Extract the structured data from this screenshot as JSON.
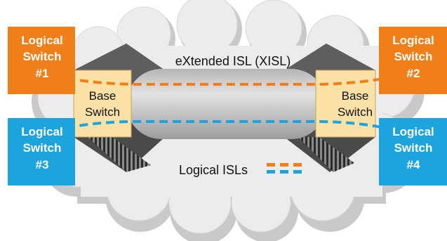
{
  "diagram": {
    "xisl_label": "eXtended ISL (XISL)",
    "logical_isls_label": "Logical ISLs",
    "base_switch_left": [
      "Base",
      "Switch"
    ],
    "base_switch_right": [
      "Base",
      "Switch"
    ],
    "logical_switches": [
      {
        "lines": [
          "Logical",
          "Switch",
          "#1"
        ],
        "color": "#f07f1a"
      },
      {
        "lines": [
          "Logical",
          "Switch",
          "#2"
        ],
        "color": "#f07f1a"
      },
      {
        "lines": [
          "Logical",
          "Switch",
          "#3"
        ],
        "color": "#1ea4dd"
      },
      {
        "lines": [
          "Logical",
          "Switch",
          "#4"
        ],
        "color": "#1ea4dd"
      }
    ],
    "colors": {
      "orange": "#f07f1a",
      "blue": "#1ea4dd",
      "base_fill": "#fbe1a6",
      "cloud": "#dcdcdc",
      "tube": "#c8c8c8"
    }
  }
}
